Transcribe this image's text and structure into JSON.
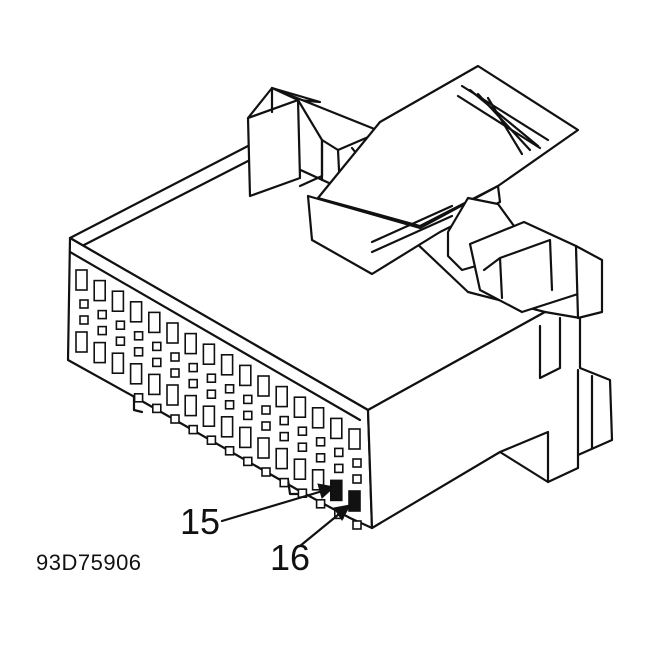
{
  "diagram": {
    "figure_id": "93D75906",
    "callouts": [
      {
        "label": "15"
      },
      {
        "label": "16"
      }
    ]
  }
}
